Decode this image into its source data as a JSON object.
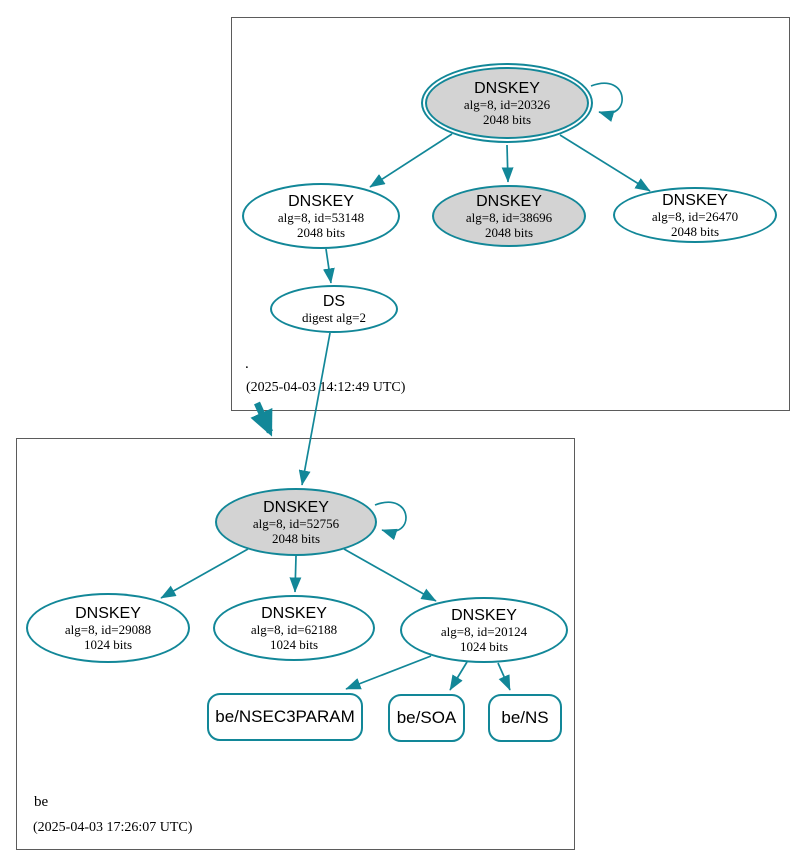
{
  "colors": {
    "teal": "#128798",
    "node_fill_gray": "#d3d3d3",
    "box_border": "#5b5b5b"
  },
  "zones": {
    "root": {
      "label": ".",
      "timestamp": "(2025-04-03 14:12:49 UTC)",
      "ksk": {
        "title": "DNSKEY",
        "detail": "alg=8, id=20326",
        "bits": "2048 bits"
      },
      "zsk1": {
        "title": "DNSKEY",
        "detail": "alg=8, id=53148",
        "bits": "2048 bits"
      },
      "zsk2": {
        "title": "DNSKEY",
        "detail": "alg=8, id=38696",
        "bits": "2048 bits"
      },
      "zsk3": {
        "title": "DNSKEY",
        "detail": "alg=8, id=26470",
        "bits": "2048 bits"
      },
      "ds": {
        "title": "DS",
        "detail": "digest alg=2"
      }
    },
    "be": {
      "label": "be",
      "timestamp": "(2025-04-03 17:26:07 UTC)",
      "ksk": {
        "title": "DNSKEY",
        "detail": "alg=8, id=52756",
        "bits": "2048 bits"
      },
      "zsk1": {
        "title": "DNSKEY",
        "detail": "alg=8, id=29088",
        "bits": "1024 bits"
      },
      "zsk2": {
        "title": "DNSKEY",
        "detail": "alg=8, id=62188",
        "bits": "1024 bits"
      },
      "zsk3": {
        "title": "DNSKEY",
        "detail": "alg=8, id=20124",
        "bits": "1024 bits"
      },
      "rrsets": [
        {
          "label": "be/NSEC3PARAM"
        },
        {
          "label": "be/SOA"
        },
        {
          "label": "be/NS"
        }
      ]
    }
  }
}
